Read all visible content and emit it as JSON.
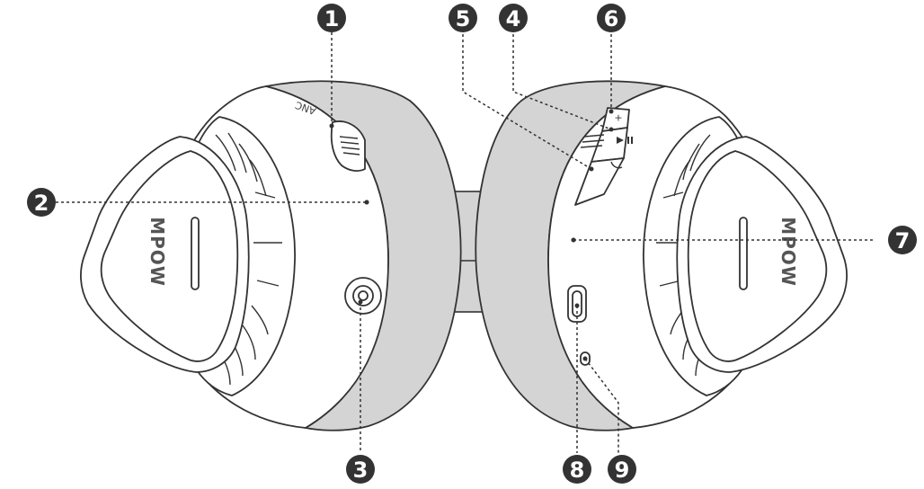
{
  "callouts": [
    {
      "label": "1"
    },
    {
      "label": "2"
    },
    {
      "label": "3"
    },
    {
      "label": "4"
    },
    {
      "label": "5"
    },
    {
      "label": "6"
    },
    {
      "label": "7"
    },
    {
      "label": "8"
    },
    {
      "label": "9"
    }
  ],
  "left_earcup": {
    "brand": "MPOW",
    "anc_label": "ANC"
  },
  "right_earcup": {
    "brand": "MPOW",
    "button_icons": {
      "volume_up": "plus-icon",
      "play_pause": "play-pause-icon",
      "call": "phone-icon"
    }
  },
  "colors": {
    "ink": "#333333",
    "cushion": "#d4d4d4",
    "shell": "#ffffff"
  }
}
